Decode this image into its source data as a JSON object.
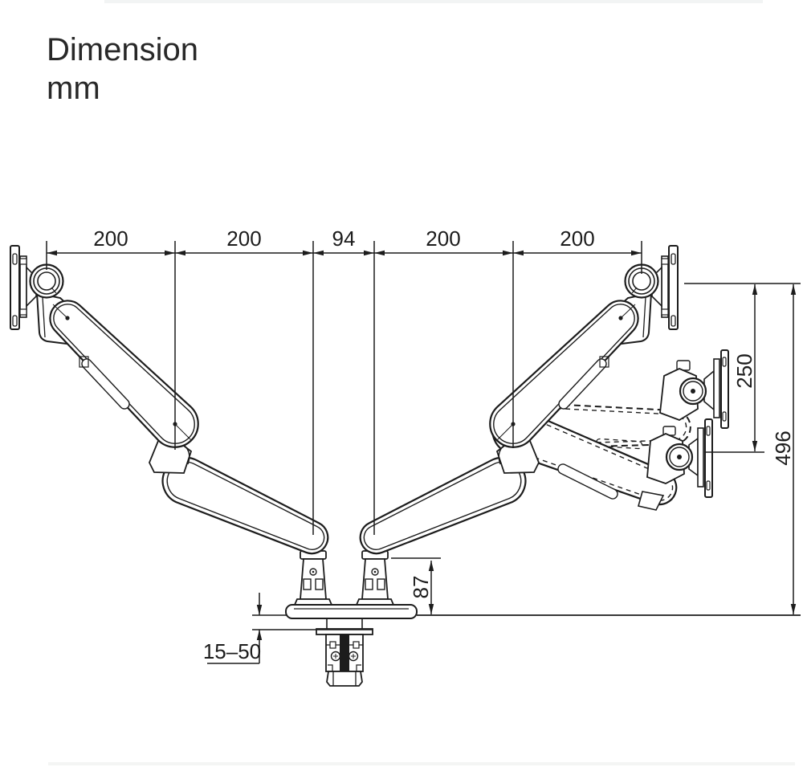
{
  "title": {
    "line1": "Dimension",
    "line2": "mm"
  },
  "dims": {
    "seg1": "200",
    "seg2": "200",
    "seg3": "94",
    "seg4": "200",
    "seg5": "200",
    "raise_range": "250",
    "full_height": "496",
    "base_height": "87",
    "desk_thickness": "15–50"
  },
  "colors": {
    "ink": "#1c1c1c",
    "paper": "#ffffff"
  }
}
